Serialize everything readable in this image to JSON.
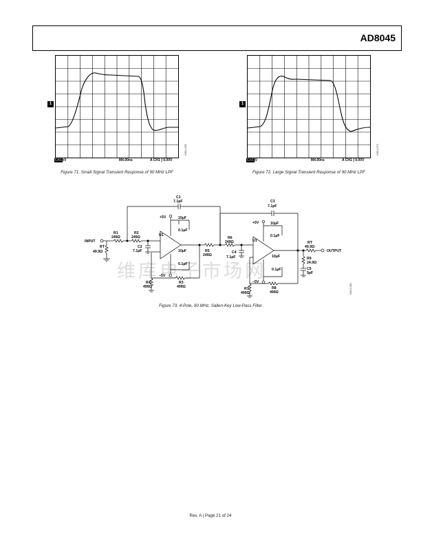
{
  "header": {
    "part_number": "AD8045"
  },
  "figure71": {
    "channel_label": "CH1",
    "volts_div": "50.0mV",
    "time_div": "M4.00ns",
    "trigger": "A  CH1 ʃ 0.00V",
    "ref_marker": "1",
    "fig_code": "04614-069",
    "caption": "Figure 71. Small Signal Transient Response of 90 MHz LPF"
  },
  "figure72": {
    "channel_label": "CH1",
    "volts_div": "500mV",
    "time_div": "M4.00ns",
    "trigger": "A  CH1 ʃ 0.00V",
    "ref_marker": "1",
    "fig_code": "04614-070",
    "caption": "Figure 72. Large Signal Transient Response of 90 MHz LPF"
  },
  "figure73": {
    "caption": "Figure 73. 4-Pole, 90 MHz, Sallen-Key Low-Pass Filter",
    "fig_code": "04614-084",
    "labels": {
      "input": "INPUT",
      "output": "OUTPUT",
      "rt_in": "RT",
      "rt_in_val": "49.9Ω",
      "r1": "R1",
      "r1_val": "249Ω",
      "r2": "R2",
      "r2_val": "249Ω",
      "c1": "C1",
      "c1_val": "7.1pF",
      "c2": "C2",
      "c2_val": "7.1pF",
      "u1a": "U1",
      "vpos_a": "+5V",
      "vneg_a": "−5V",
      "cap_10u_a1": "10μF",
      "cap_01u_a1": "0.1μF",
      "cap_10u_a2": "10μF",
      "cap_01u_a2": "0.1μF",
      "r3": "R3",
      "r3_val": "499Ω",
      "r4": "R4",
      "r4_val": "499Ω",
      "r5": "R5",
      "r5_val": "249Ω",
      "r6": "R6",
      "r6_val": "249Ω",
      "c3": "C3",
      "c3_val": "7.1pF",
      "c4": "C4",
      "c4_val": "7.1pF",
      "u1b": "U1",
      "vpos_b": "+5V",
      "vneg_b": "−5V",
      "cap_10u_b1": "10μF",
      "cap_01u_b1": "0.1μF",
      "cap_10u_b2": "10μF",
      "cap_01u_b2": "0.1μF",
      "r7": "R7",
      "r7_val": "499Ω",
      "r8": "R8",
      "r8_val": "499Ω",
      "rt_out": "RT",
      "rt_out_val": "49.9Ω",
      "r9": "R9",
      "r9_val": "24.9Ω",
      "c5": "C5",
      "c5_val": "5pF"
    }
  },
  "watermark": "维库电子市场网",
  "footer": {
    "text": "Rev. A | Page 21 of 24"
  }
}
